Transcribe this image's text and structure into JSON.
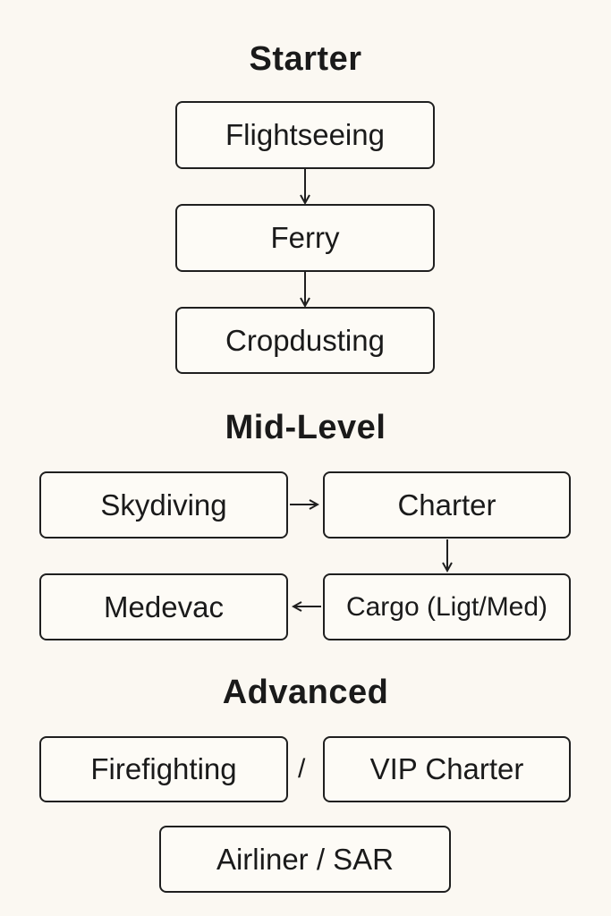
{
  "sections": {
    "starter": {
      "title": "Starter",
      "nodes": [
        "Flightseeing",
        "Ferry",
        "Cropdusting"
      ]
    },
    "mid": {
      "title": "Mid-Level",
      "nodes": [
        "Skydiving",
        "Charter",
        "Medevac",
        "Cargo (Ligt/Med)"
      ]
    },
    "advanced": {
      "title": "Advanced",
      "nodes": [
        "Firefighting",
        "VIP Charter",
        "Airliner / SAR"
      ],
      "separator": "/"
    }
  },
  "edges": [
    {
      "from": "Flightseeing",
      "to": "Ferry"
    },
    {
      "from": "Ferry",
      "to": "Cropdusting"
    },
    {
      "from": "Skydiving",
      "to": "Charter"
    },
    {
      "from": "Charter",
      "to": "Cargo (Ligt/Med)"
    },
    {
      "from": "Cargo (Ligt/Med)",
      "to": "Medevac"
    }
  ],
  "colors": {
    "background": "#fbf8f2",
    "stroke": "#1f1f1f"
  }
}
